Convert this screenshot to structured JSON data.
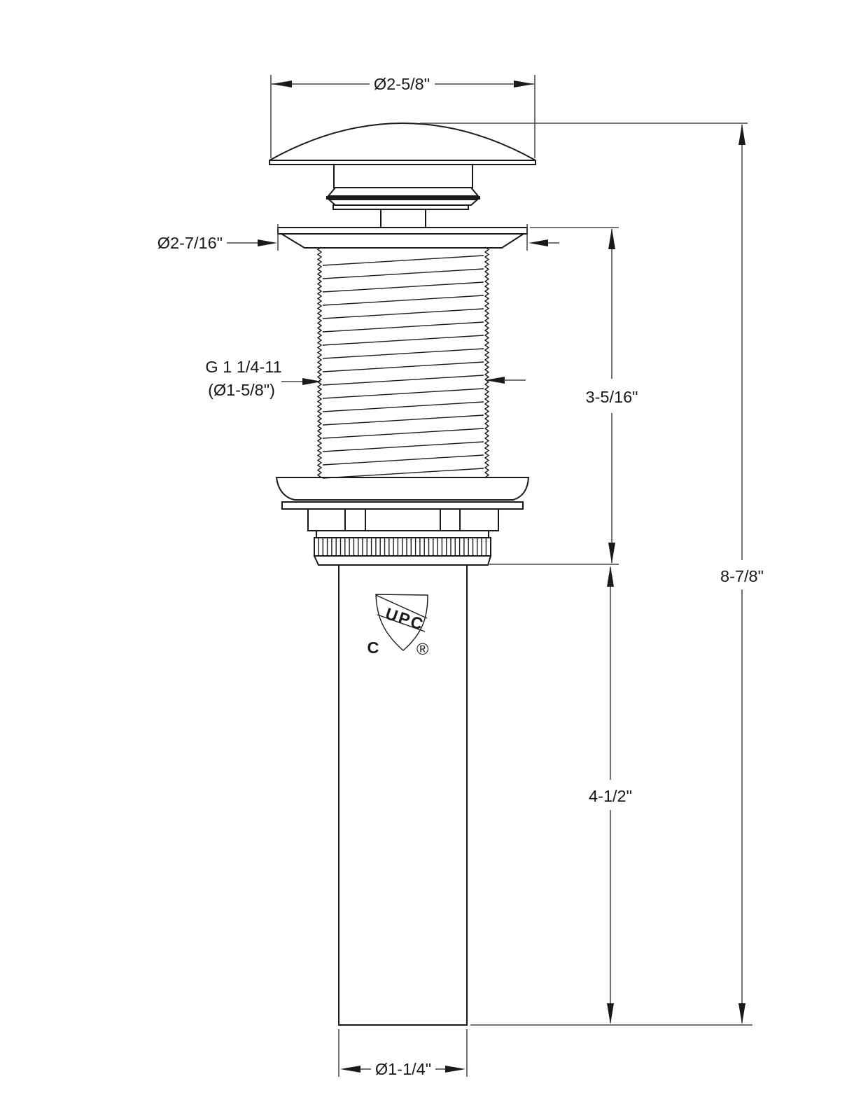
{
  "drawing": {
    "title": "pop-up-drain-dimension-drawing",
    "labels": {
      "cap_diameter": "Ø2-5/8\"",
      "flange_diameter": "Ø2-7/16\"",
      "thread_spec": "G 1 1/4-11",
      "thread_diameter": "(Ø1-5/8\")",
      "thread_length": "3-5/16\"",
      "overall_height": "8-7/8\"",
      "tailpiece_length": "4-1/2\"",
      "tailpiece_diameter": "Ø1-1/4\""
    },
    "certification": {
      "band_text": "UPC",
      "left_text": "C",
      "registered_text": "®"
    },
    "colors": {
      "line": "#1a1a1a",
      "dimension": "#444444",
      "text": "#1a1a1a",
      "background": "#ffffff"
    }
  }
}
